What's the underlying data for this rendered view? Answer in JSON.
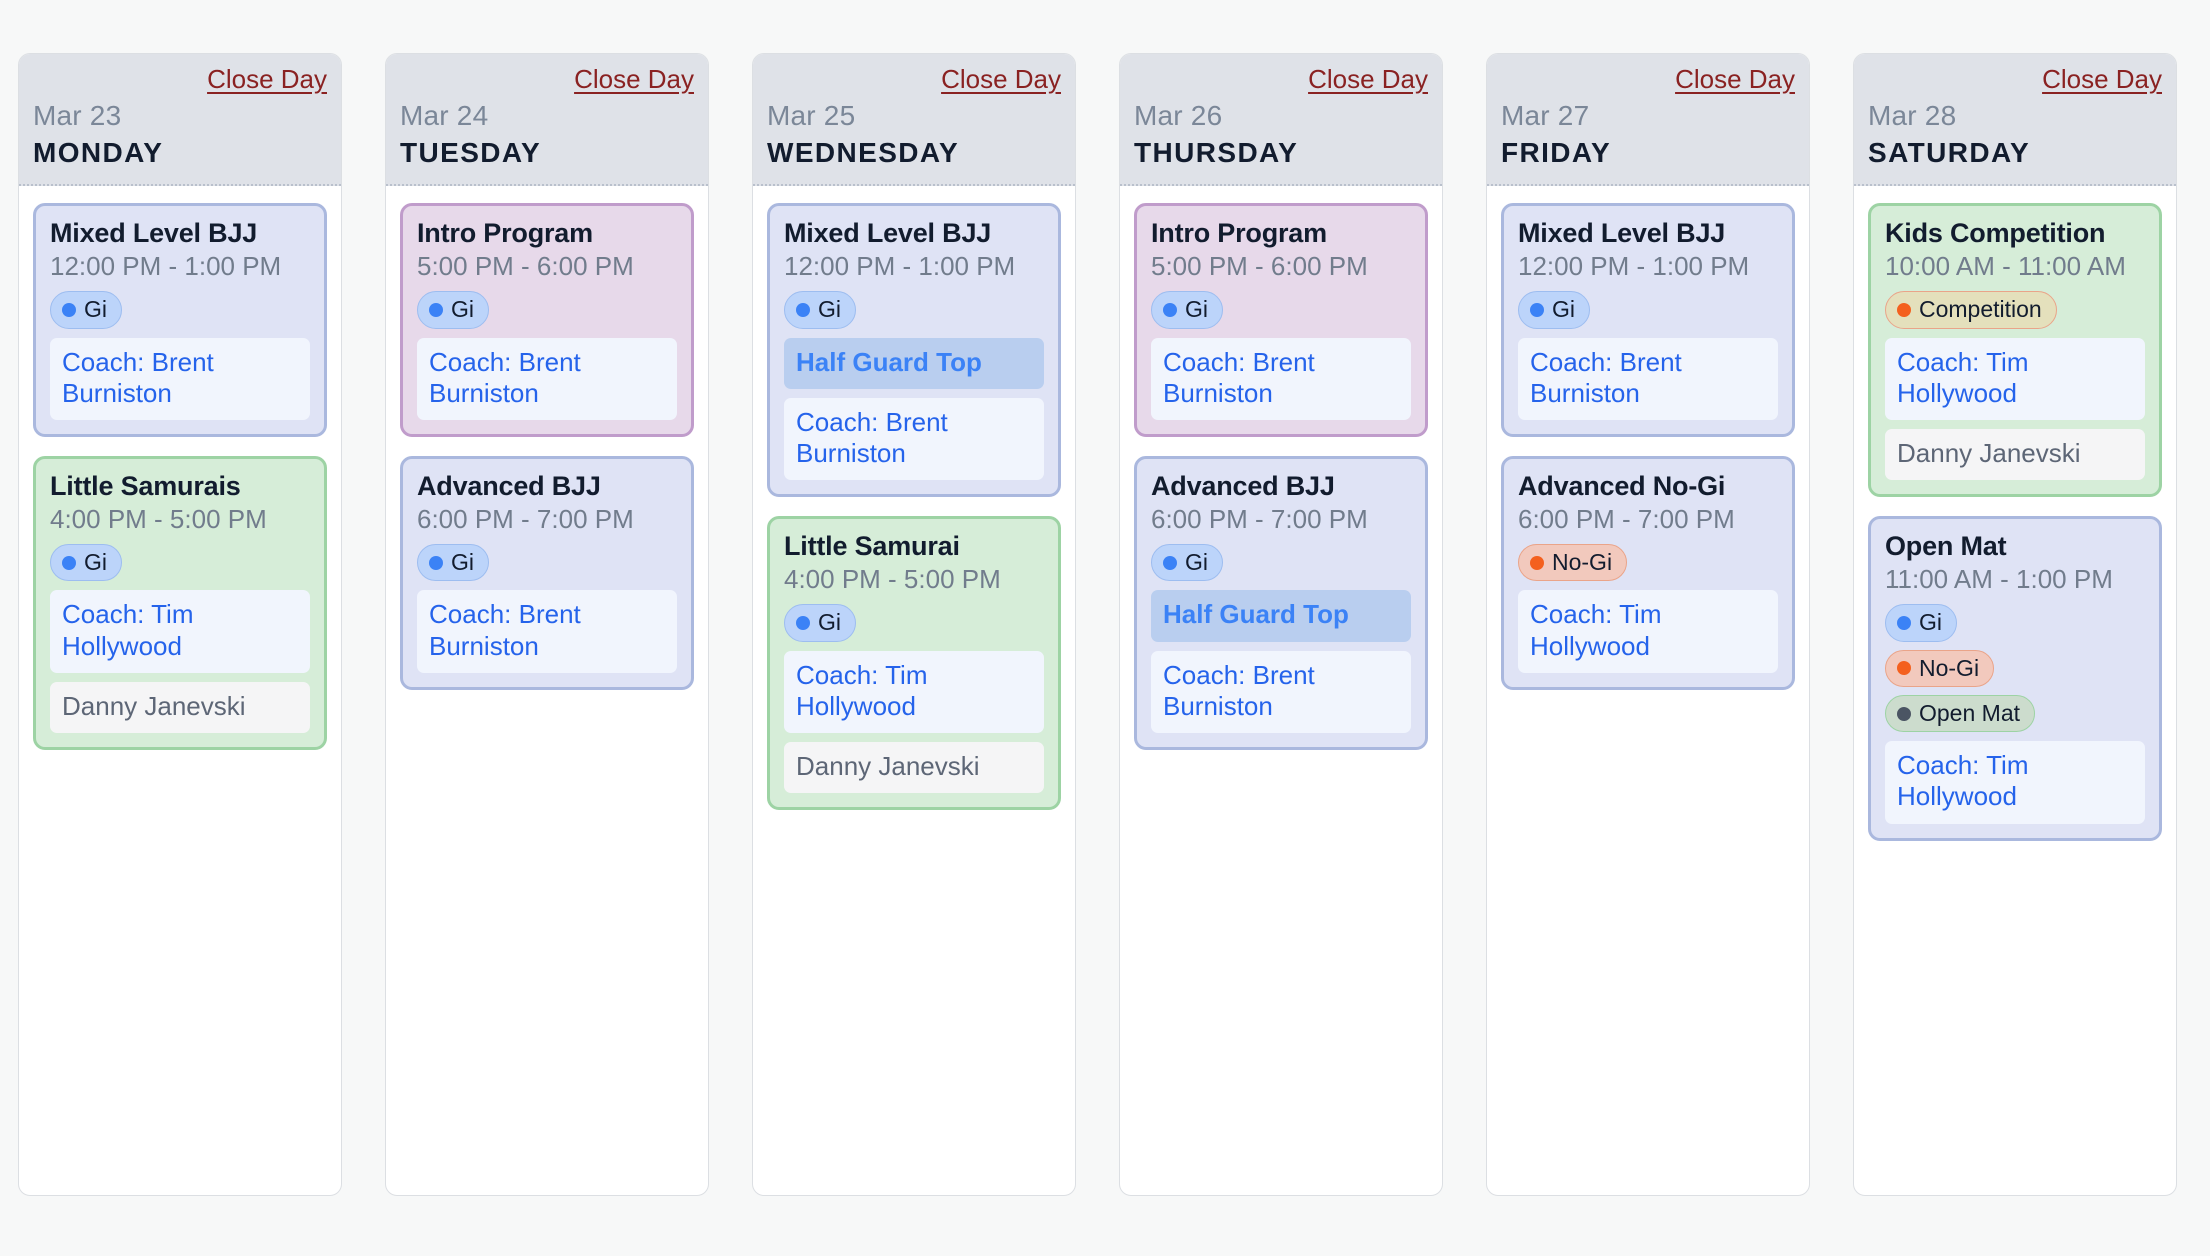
{
  "board": {
    "close_day_label": "Close Day",
    "days": [
      {
        "date": "Mar 23",
        "weekday": "MONDAY",
        "events": [
          {
            "title": "Mixed Level BJJ",
            "time": "12:00 PM - 1:00 PM",
            "theme": "blue",
            "badges": [
              {
                "label": "Gi",
                "kind": "gi"
              }
            ],
            "notes": [
              {
                "text": "Coach: Brent Burniston",
                "kind": "coach"
              }
            ]
          },
          {
            "title": "Little Samurais",
            "time": "4:00 PM - 5:00 PM",
            "theme": "green",
            "badges": [
              {
                "label": "Gi",
                "kind": "gi"
              }
            ],
            "notes": [
              {
                "text": "Coach: Tim Hollywood",
                "kind": "coach"
              },
              {
                "text": "Danny Janevski",
                "kind": "assistant"
              }
            ]
          }
        ]
      },
      {
        "date": "Mar 24",
        "weekday": "TUESDAY",
        "events": [
          {
            "title": "Intro Program",
            "time": "5:00 PM - 6:00 PM",
            "theme": "purple",
            "badges": [
              {
                "label": "Gi",
                "kind": "gi"
              }
            ],
            "notes": [
              {
                "text": "Coach: Brent Burniston",
                "kind": "coach"
              }
            ]
          },
          {
            "title": "Advanced BJJ",
            "time": "6:00 PM - 7:00 PM",
            "theme": "blue",
            "badges": [
              {
                "label": "Gi",
                "kind": "gi"
              }
            ],
            "notes": [
              {
                "text": "Coach: Brent Burniston",
                "kind": "coach"
              }
            ]
          }
        ]
      },
      {
        "date": "Mar 25",
        "weekday": "WEDNESDAY",
        "events": [
          {
            "title": "Mixed Level BJJ",
            "time": "12:00 PM - 1:00 PM",
            "theme": "blue",
            "badges": [
              {
                "label": "Gi",
                "kind": "gi"
              }
            ],
            "notes": [
              {
                "text": "Half Guard Top",
                "kind": "technique"
              },
              {
                "text": "Coach: Brent Burniston",
                "kind": "coach"
              }
            ]
          },
          {
            "title": "Little Samurai",
            "time": "4:00 PM - 5:00 PM",
            "theme": "green",
            "badges": [
              {
                "label": "Gi",
                "kind": "gi"
              }
            ],
            "notes": [
              {
                "text": "Coach: Tim Hollywood",
                "kind": "coach"
              },
              {
                "text": "Danny Janevski",
                "kind": "assistant"
              }
            ]
          }
        ]
      },
      {
        "date": "Mar 26",
        "weekday": "THURSDAY",
        "events": [
          {
            "title": "Intro Program",
            "time": "5:00 PM - 6:00 PM",
            "theme": "purple",
            "badges": [
              {
                "label": "Gi",
                "kind": "gi"
              }
            ],
            "notes": [
              {
                "text": "Coach: Brent Burniston",
                "kind": "coach"
              }
            ]
          },
          {
            "title": "Advanced BJJ",
            "time": "6:00 PM - 7:00 PM",
            "theme": "blue",
            "badges": [
              {
                "label": "Gi",
                "kind": "gi"
              }
            ],
            "notes": [
              {
                "text": "Half Guard Top",
                "kind": "technique"
              },
              {
                "text": "Coach: Brent Burniston",
                "kind": "coach"
              }
            ]
          }
        ]
      },
      {
        "date": "Mar 27",
        "weekday": "FRIDAY",
        "events": [
          {
            "title": "Mixed Level BJJ",
            "time": "12:00 PM - 1:00 PM",
            "theme": "blue",
            "badges": [
              {
                "label": "Gi",
                "kind": "gi"
              }
            ],
            "notes": [
              {
                "text": "Coach: Brent Burniston",
                "kind": "coach"
              }
            ]
          },
          {
            "title": "Advanced No-Gi",
            "time": "6:00 PM - 7:00 PM",
            "theme": "blue",
            "badges": [
              {
                "label": "No-Gi",
                "kind": "nogi"
              }
            ],
            "notes": [
              {
                "text": "Coach: Tim Hollywood",
                "kind": "coach"
              }
            ]
          }
        ]
      },
      {
        "date": "Mar 28",
        "weekday": "SATURDAY",
        "events": [
          {
            "title": "Kids Competition",
            "time": "10:00 AM - 11:00 AM",
            "theme": "green",
            "badges": [
              {
                "label": "Competition",
                "kind": "competition"
              }
            ],
            "notes": [
              {
                "text": "Coach: Tim Hollywood",
                "kind": "coach"
              },
              {
                "text": "Danny Janevski",
                "kind": "assistant"
              }
            ]
          },
          {
            "title": "Open Mat",
            "time": "11:00 AM - 1:00 PM",
            "theme": "blue",
            "badges": [
              {
                "label": "Gi",
                "kind": "gi"
              },
              {
                "label": "No-Gi",
                "kind": "nogi"
              },
              {
                "label": "Open Mat",
                "kind": "openmat"
              }
            ],
            "notes": [
              {
                "text": "Coach: Tim Hollywood",
                "kind": "coach"
              }
            ]
          }
        ]
      }
    ]
  },
  "colors": {
    "page_background": "#f7f8f8",
    "header_background": "#dfe2e8",
    "close_day": "#8a2222",
    "gi_accent": "#3b82f6",
    "nogi_accent": "#f4601e",
    "openmat_accent": "#4b5563",
    "coach_text": "#2563eb",
    "theme_blue": "#dfe3f5",
    "theme_green": "#d6edd8",
    "theme_purple": "#e7d9ea"
  }
}
